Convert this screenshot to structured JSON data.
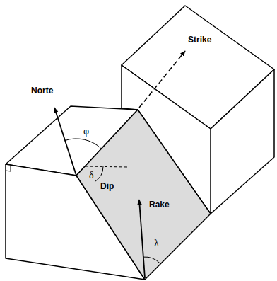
{
  "diagram": {
    "labels": [
      "Strike",
      "Norte",
      "φ",
      "δ",
      "Dip",
      "Rake",
      "λ"
    ]
  }
}
